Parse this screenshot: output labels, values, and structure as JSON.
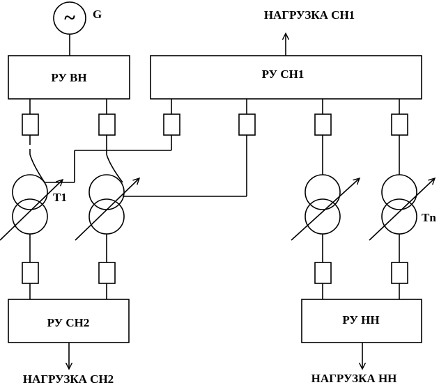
{
  "generator": {
    "symbol": "~",
    "label": "G"
  },
  "buses": {
    "ru_vn": "РУ ВН",
    "ru_sn1": "РУ СН1",
    "ru_sn2": "РУ СН2",
    "ru_nn": "РУ НН"
  },
  "loads": {
    "sn1": "НАГРУЗКА СН1",
    "sn2": "НАГРУЗКА СН2",
    "nn": "НАГРУЗКА НН"
  },
  "transformers": {
    "first": "T1",
    "last": "Tn"
  }
}
